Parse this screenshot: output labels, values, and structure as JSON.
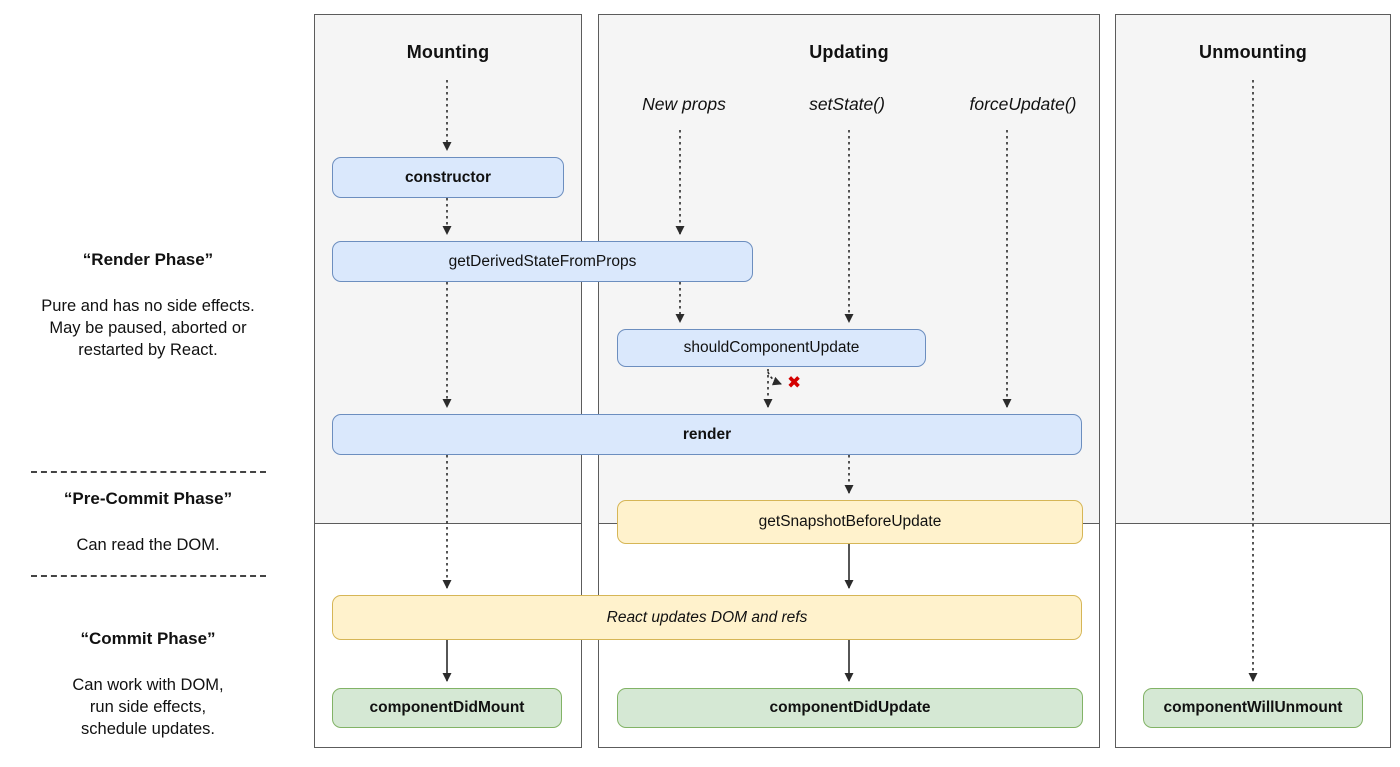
{
  "sidebar": {
    "render_phase": {
      "title": "“Render Phase”",
      "description": "Pure and has no side effects.\nMay be paused, aborted or\nrestarted by React."
    },
    "pre_commit_phase": {
      "title": "“Pre-Commit Phase”",
      "description": "Can read the DOM."
    },
    "commit_phase": {
      "title": "“Commit Phase”",
      "description": "Can work with DOM,\nrun side effects,\nschedule updates."
    }
  },
  "columns": {
    "mounting": "Mounting",
    "updating": "Updating",
    "unmounting": "Unmounting"
  },
  "triggers": {
    "new_props": "New props",
    "set_state": "setState()",
    "force_update": "forceUpdate()"
  },
  "boxes": {
    "constructor": "constructor",
    "get_derived_state_from_props": "getDerivedStateFromProps",
    "should_component_update": "shouldComponentUpdate",
    "render": "render",
    "get_snapshot_before_update": "getSnapshotBeforeUpdate",
    "react_updates_dom": "React updates DOM and refs",
    "component_did_mount": "componentDidMount",
    "component_did_update": "componentDidUpdate",
    "component_will_unmount": "componentWillUnmount"
  },
  "markers": {
    "update_cancelled": "✖"
  },
  "colors": {
    "box_blue_fill": "#dae8fc",
    "box_blue_border": "#6c8ebf",
    "box_yellow_fill": "#fff2cc",
    "box_yellow_border": "#d6b656",
    "box_green_fill": "#d5e8d4",
    "box_green_border": "#82b366",
    "render_section_bg": "#f5f5f5",
    "column_border": "#5c5c5c",
    "arrow": "#2b2b2b",
    "cancel_red": "#d40000"
  }
}
